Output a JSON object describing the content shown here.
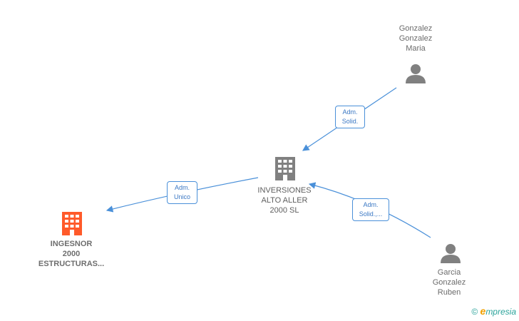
{
  "nodes": {
    "maria": {
      "lines": [
        "Gonzalez",
        "Gonzalez",
        "Maria"
      ],
      "icon": "person-icon"
    },
    "inversiones": {
      "lines": [
        "INVERSIONES",
        "ALTO ALLER",
        "2000  SL"
      ],
      "icon": "building-icon"
    },
    "ingesnor": {
      "lines": [
        "INGESNOR",
        "2000",
        "ESTRUCTURAS..."
      ],
      "icon": "building-icon",
      "color": "#ff5a2a"
    },
    "ruben": {
      "lines": [
        "Garcia",
        "Gonzalez",
        "Ruben"
      ],
      "icon": "person-icon"
    }
  },
  "relations": {
    "maria_to_inversiones": {
      "lines": [
        "Adm.",
        "Solid."
      ]
    },
    "inversiones_to_ingesnor": {
      "lines": [
        "Adm.",
        "Unico"
      ]
    },
    "ruben_to_inversiones": {
      "lines": [
        "Adm.",
        "Solid.,..."
      ]
    }
  },
  "footer": {
    "copyright": "©",
    "brand_initial": "e",
    "brand_rest": "mpresia"
  },
  "colors": {
    "edge": "#4a90d9",
    "icon_gray": "#808080",
    "focus": "#ff5a2a"
  }
}
